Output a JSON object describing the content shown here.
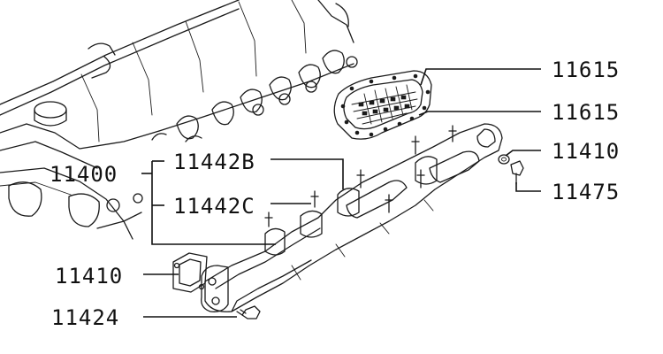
{
  "diagram": {
    "labels": {
      "gasket_upper": "11615",
      "gasket_lower": "11615",
      "washer_right": "11410",
      "bolt_right": "11475",
      "manifold_assembly": "11400",
      "stud_b": "11442B",
      "stud_c": "11442C",
      "gasket_left": "11410",
      "bolt_left": "11424"
    },
    "icons": {
      "engine": "cylinder-head-icon",
      "manifold": "intake-manifold-icon",
      "heat-shield": "gasket-plate-icon",
      "washer": "washer-icon",
      "bolt": "bolt-icon"
    }
  }
}
